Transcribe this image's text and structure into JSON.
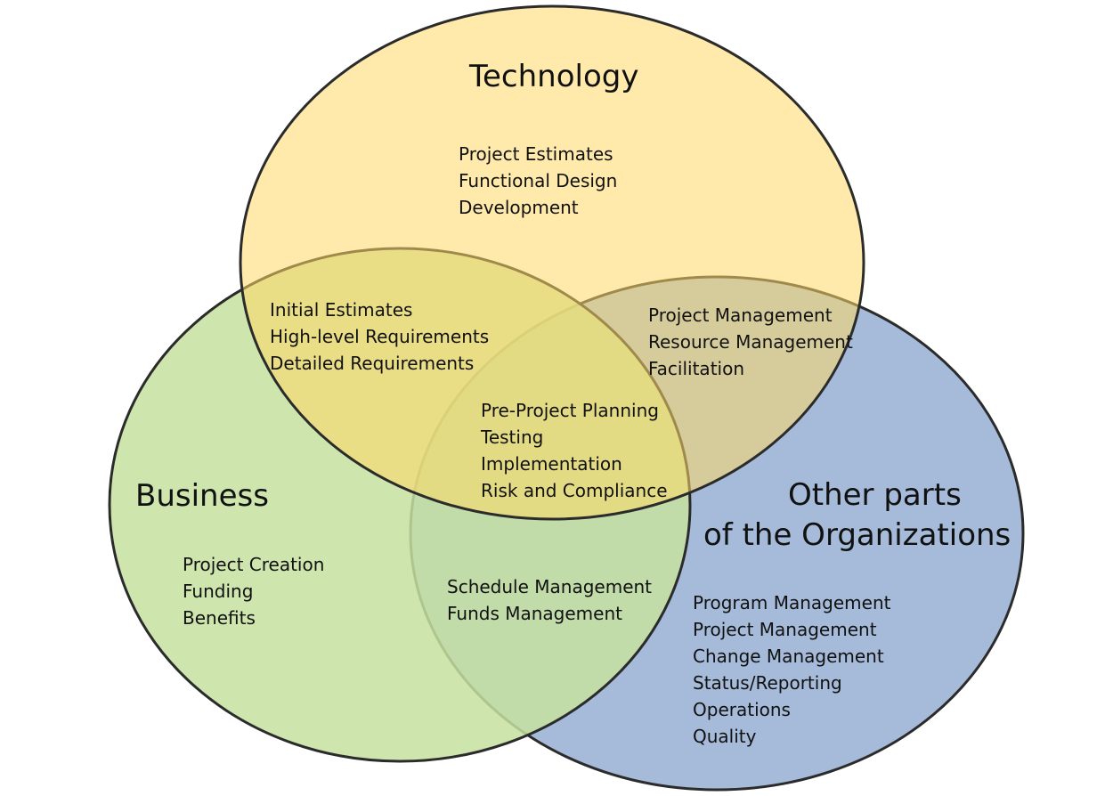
{
  "colors": {
    "technology": "#FFD966",
    "business": "#C5E0A0",
    "organization": "#9DB5D6",
    "outline": "#2B2B2B"
  },
  "technology": {
    "title": "Technology",
    "items": [
      "Project Estimates",
      "Functional Design",
      "Development"
    ]
  },
  "business": {
    "title": "Business",
    "items": [
      "Project Creation",
      "Funding",
      "Benefits"
    ]
  },
  "organization": {
    "title_line1": "Other parts",
    "title_line2": "of the Organizations",
    "items": [
      "Program Management",
      "Project Management",
      "Change Management",
      "Status/Reporting",
      "Operations",
      "Quality"
    ]
  },
  "tech_business": {
    "items": [
      "Initial Estimates",
      "High-level Requirements",
      "Detailed Requirements"
    ]
  },
  "tech_organization": {
    "items": [
      "Project Management",
      "Resource Management",
      "Facilitation"
    ]
  },
  "business_organization": {
    "items": [
      "Schedule Management",
      "Funds Management"
    ]
  },
  "all_three": {
    "items": [
      "Pre-Project Planning",
      "Testing",
      "Implementation",
      "Risk and Compliance"
    ]
  }
}
